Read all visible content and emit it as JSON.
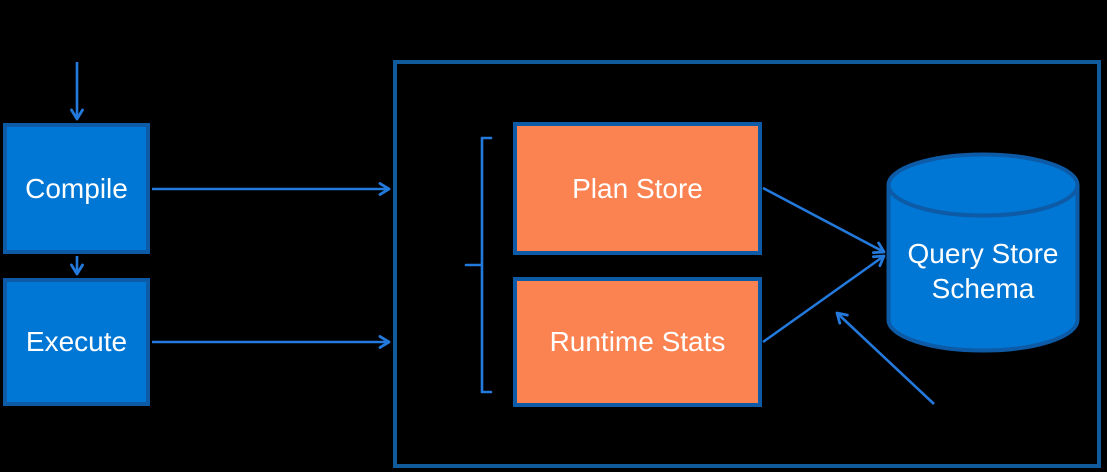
{
  "diagram": {
    "title": "Query Store architecture diagram",
    "nodes": {
      "compile": {
        "label": "Compile"
      },
      "execute": {
        "label": "Execute"
      },
      "plan_store": {
        "label": "Plan Store"
      },
      "runtime_stats": {
        "label": "Runtime Stats"
      },
      "query_store_schema": {
        "label": "Query Store Schema"
      }
    },
    "connections": {
      "arrow_into_compile": "top edge into Compile",
      "compile_to_execute": "Compile down to Execute",
      "compile_to_group": "Compile right into group box",
      "execute_to_group": "Execute right into group box",
      "plan_store_to_schema": "Plan Store to Query Store Schema",
      "runtime_stats_to_schema": "Runtime Stats to Query Store Schema",
      "async_write_arrow": "arrow from lower right toward schema junction",
      "group_bracket": "bracket grouping Plan Store and Runtime Stats"
    },
    "colors": {
      "background": "#000000",
      "node_fill_blue": "#0077d4",
      "node_border": "#0d5aa6",
      "group_border": "#0f5b9c",
      "node_fill_orange": "#fb8251",
      "arrow": "#2379dc",
      "label_text": "#ffffff"
    }
  }
}
